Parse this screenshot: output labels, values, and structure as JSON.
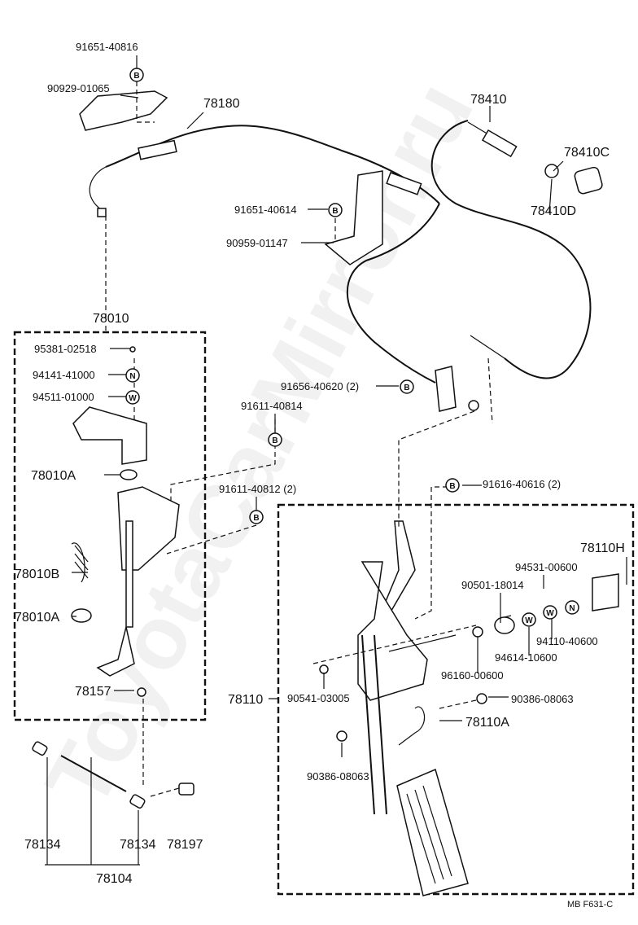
{
  "watermark": "ToyotaCarMirror.ru",
  "symbols": {
    "bolt": "B",
    "nut": "N",
    "washer": "W"
  },
  "footer": {
    "code": "MB  F631-C"
  },
  "labels": {
    "p91651_40816": "91651-40816",
    "p90929_01065": "90929-01065",
    "p78180": "78180",
    "p78410": "78410",
    "p78410C": "78410C",
    "p78410D": "78410D",
    "p91651_40614": "91651-40614",
    "p90959_01147": "90959-01147",
    "p78010": "78010",
    "p95381_02518": "95381-02518",
    "p94141_41000": "94141-41000",
    "p94511_01000": "94511-01000",
    "p91656_40620": "91656-40620 (2)",
    "p91611_40814": "91611-40814",
    "p78010A_1": "78010A",
    "p91611_40812": "91611-40812 (2)",
    "p91616_40616": "91616-40616 (2)",
    "p78110H": "78110H",
    "p94531_00600": "94531-00600",
    "p90501_18014": "90501-18014",
    "p78010B": "78010B",
    "p78010A_2": "78010A",
    "p94110_40600": "94110-40600",
    "p94614_10600": "94614-10600",
    "p96160_00600": "96160-00600",
    "p78157": "78157",
    "p78110": "78110",
    "p90541_03005": "90541-03005",
    "p90386_08063_1": "90386-08063",
    "p78110A": "78110A",
    "p90386_08063_2": "90386-08063",
    "p78134_1": "78134",
    "p78134_2": "78134",
    "p78197": "78197",
    "p78104": "78104"
  }
}
